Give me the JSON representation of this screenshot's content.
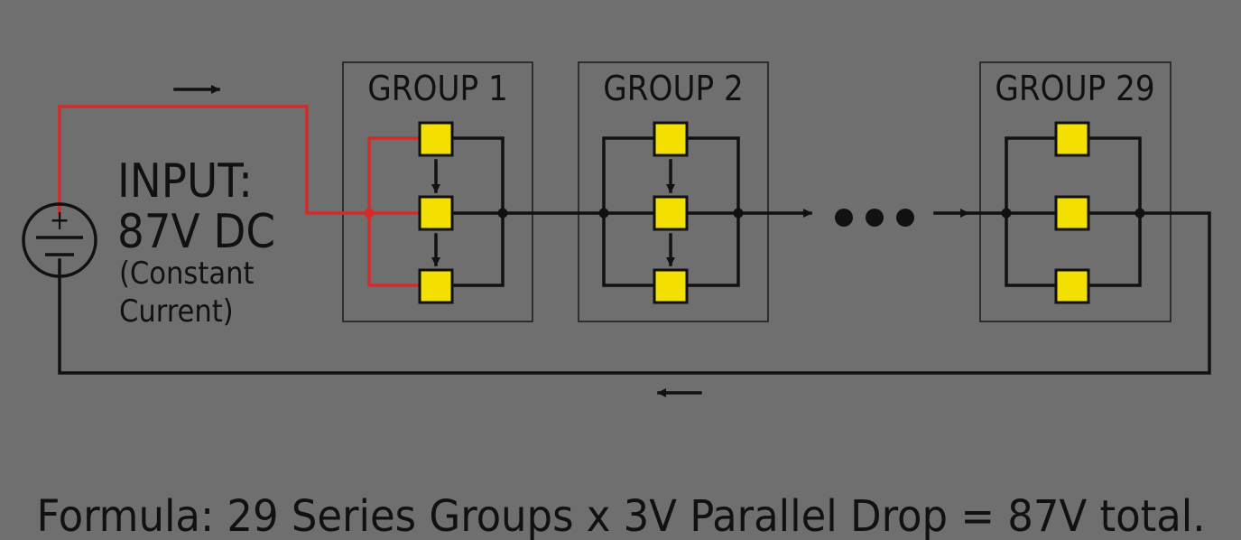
{
  "groups": [
    {
      "title": "GROUP 1"
    },
    {
      "title": "GROUP 2"
    },
    {
      "title": "GROUP 29"
    }
  ],
  "source": {
    "title": "INPUT:",
    "voltage": "87V DC",
    "mode_line1": "(Constant",
    "mode_line2": "Current)",
    "polarity_plus": "+"
  },
  "formula": "Formula: 29 Series Groups x 3V Parallel Drop = 87V total.",
  "colors": {
    "background": "#6f6f6f",
    "led": "#f3e000",
    "wire": "#111111",
    "current_path": "#d62a2a"
  },
  "icons": [
    "dc-source-icon",
    "arrow-right-icon",
    "arrow-left-icon",
    "arrow-down-icon",
    "ellipsis-icon"
  ]
}
